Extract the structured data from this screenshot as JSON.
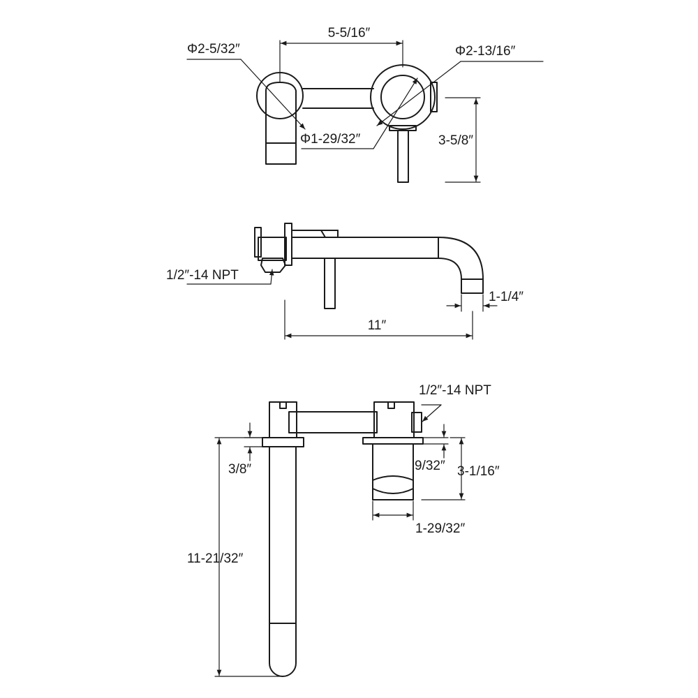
{
  "diagram": {
    "top_view": {
      "spacing": "5-5/16″",
      "spout_flange_dia": "Φ2-5/32″",
      "handle_flange_dia": "Φ2-13/16″",
      "handle_body_dia": "Φ1-29/32″",
      "handle_height": "3-5/8″"
    },
    "side_view": {
      "inlet_thread": "1/2″-14 NPT",
      "outlet_dia": "1-1/4″",
      "spout_reach": "11″"
    },
    "front_view": {
      "inlet_thread": "1/2″-14 NPT",
      "flange_thickness_spout": "3/8″",
      "flange_thickness_handle": "9/32″",
      "handle_projection": "3-1/16″",
      "handle_width": "1-29/32″",
      "spout_length": "11-21/32″"
    }
  }
}
